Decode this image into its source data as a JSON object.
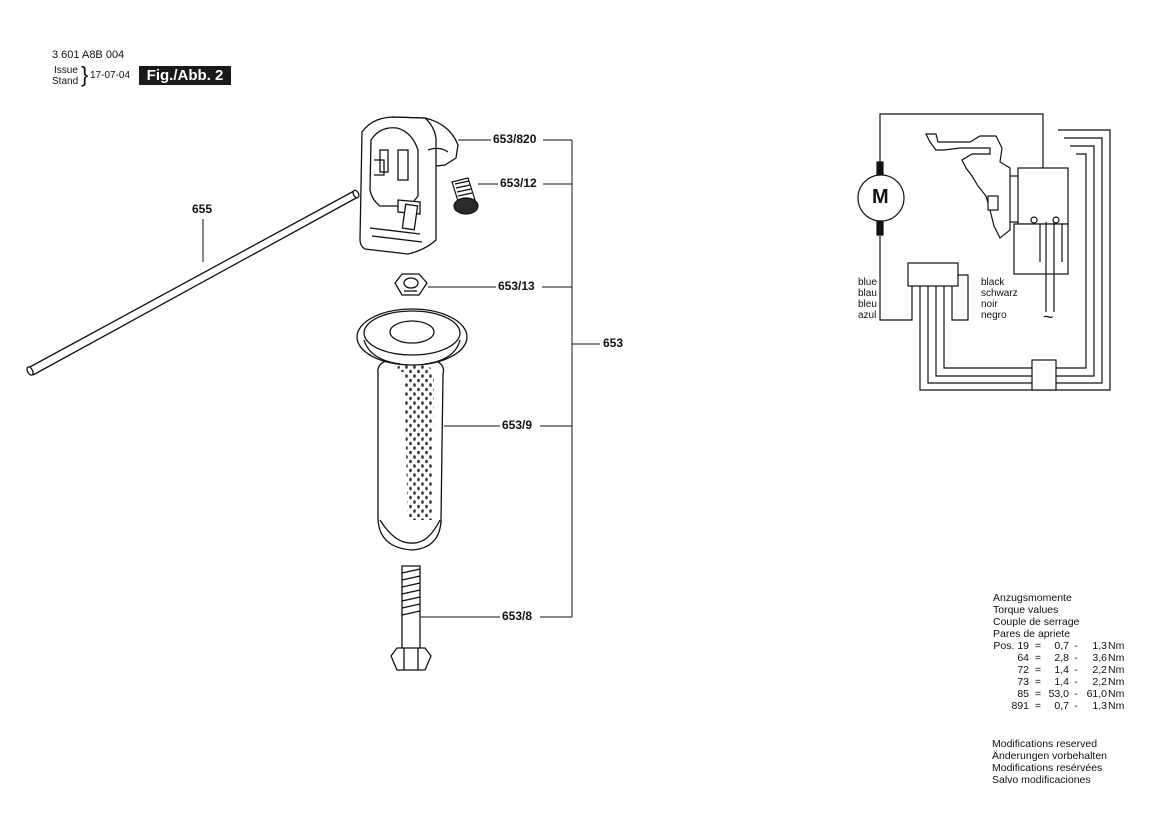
{
  "header": {
    "part_number": "3 601 A8B 004",
    "issue_label": "Issue",
    "stand_label": "Stand",
    "date": "17-07-04",
    "figure": "Fig./Abb. 2"
  },
  "callouts": {
    "housing": "653/820",
    "screw": "653/12",
    "rod": "655",
    "nut": "653/13",
    "assembly": "653",
    "grip": "653/9",
    "bolt": "653/8"
  },
  "wiring": {
    "motor": "M",
    "left_labels": [
      "blue",
      "blau",
      "bleu",
      "azul"
    ],
    "right_labels": [
      "black",
      "schwarz",
      "noir",
      "negro"
    ],
    "ac_symbol": "~"
  },
  "torque": {
    "title_lines": [
      "Anzugsmomente",
      "Torque values",
      "Couple de serrage",
      "Pares de apriete"
    ],
    "rows": [
      {
        "pos": "Pos. 19",
        "eq": "=",
        "min": "0,7",
        "dash": "-",
        "max": "1,3",
        "unit": "Nm"
      },
      {
        "pos": "64",
        "eq": "=",
        "min": "2,8",
        "dash": "-",
        "max": "3,6",
        "unit": "Nm"
      },
      {
        "pos": "72",
        "eq": "=",
        "min": "1,4",
        "dash": "-",
        "max": "2,2",
        "unit": "Nm"
      },
      {
        "pos": "73",
        "eq": "=",
        "min": "1,4",
        "dash": "-",
        "max": "2,2",
        "unit": "Nm"
      },
      {
        "pos": "85",
        "eq": "=",
        "min": "53,0",
        "dash": "-",
        "max": "61,0",
        "unit": "Nm"
      },
      {
        "pos": "891",
        "eq": "=",
        "min": "0,7",
        "dash": "-",
        "max": "1,3",
        "unit": "Nm"
      }
    ]
  },
  "modifications": [
    "Modifications reserved",
    "Änderungen vorbehalten",
    "Modifications resérvées",
    "Salvo modificaciones"
  ]
}
